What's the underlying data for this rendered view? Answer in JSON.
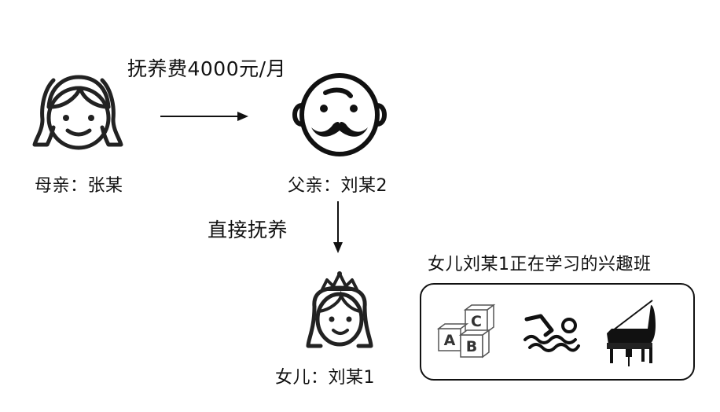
{
  "edges": {
    "mother_to_father": "抚养费4000元/月",
    "father_to_daughter": "直接抚养"
  },
  "people": {
    "mother": {
      "label": "母亲：张某",
      "icon": "woman-face-icon"
    },
    "father": {
      "label": "父亲：刘某2",
      "icon": "mustache-man-face-icon"
    },
    "daughter": {
      "label": "女儿：刘某1",
      "icon": "princess-girl-face-icon"
    }
  },
  "activities": {
    "title": "女儿刘某1正在学习的兴趣班",
    "items": [
      {
        "icon": "abc-blocks-icon",
        "block_letters": [
          "A",
          "B",
          "C"
        ]
      },
      {
        "icon": "swimmer-icon"
      },
      {
        "icon": "grand-piano-icon"
      }
    ]
  }
}
